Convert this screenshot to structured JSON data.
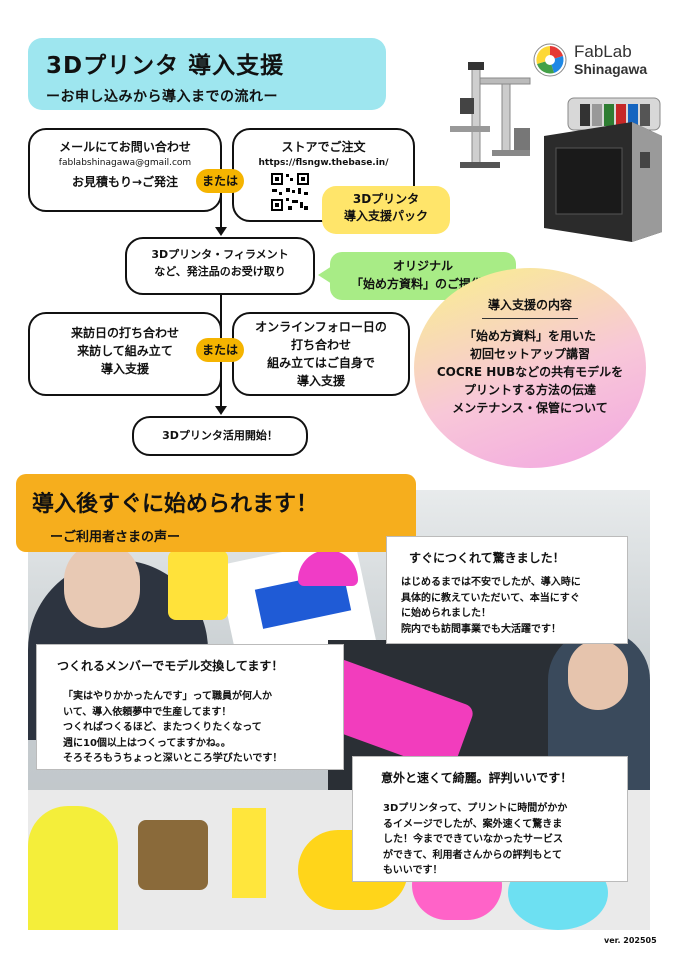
{
  "header": {
    "title": "3Dプリンタ 導入支援",
    "subtitle": "ーお申し込みから導入までの流れー"
  },
  "logo": {
    "line1": "FabLab",
    "line2": "Shinagawa"
  },
  "flow": {
    "email": {
      "title": "メールにてお問い合わせ",
      "address": "fablabshinagawa@gmail.com",
      "note": "お見積もり→ご発注"
    },
    "store": {
      "title": "ストアでご注文",
      "url": "https://flsngw.thebase.in/"
    },
    "pack": {
      "line1": "3Dプリンタ",
      "line2": "導入支援パック"
    },
    "or1": "または",
    "receive": {
      "line1": "3Dプリンタ・フィラメント",
      "line2": "など、発注品のお受け取り"
    },
    "original": {
      "line1": "オリジナル",
      "line2": "「始め方資料」のご提供！"
    },
    "visit": {
      "line1": "来訪日の打ち合わせ",
      "line2": "来訪して組み立て",
      "line3": "導入支援"
    },
    "or2": "または",
    "online": {
      "line1": "オンラインフォロー日の",
      "line2": "打ち合わせ",
      "line3": "組み立てはご自身で",
      "line4": "導入支援"
    },
    "start": "3Dプリンタ活用開始！"
  },
  "support": {
    "title": "導入支援の内容",
    "items": [
      "「始め方資料」を用いた",
      "初回セットアップ講習",
      "COCRE HUBなどの共有モデルを",
      "プリントする方法の伝達",
      "メンテナンス・保管について"
    ]
  },
  "testimonials_section": {
    "title": "導入後すぐに始められます！",
    "subtitle": "ーご利用者さまの声ー"
  },
  "testimonials": [
    {
      "title": "すぐにつくれて驚きました！",
      "lines": [
        "はじめるまでは不安でしたが、導入時に",
        "具体的に教えていただいて、本当にすぐ",
        "に始められました！",
        "院内でも訪問事業でも大活躍です！"
      ]
    },
    {
      "title": "つくれるメンバーでモデル交換してます！",
      "lines": [
        "「実はやりかかったんです」って職員が何人か",
        "いて、導入依頼夢中で生産してます！",
        "つくればつくるほど、またつくりたくなって",
        "週に10個以上はつくってますかね。。",
        "そろそろもうちょっと深いところ学びたいです！"
      ]
    },
    {
      "title": "意外と速くて綺麗。評判いいです！",
      "lines": [
        "3Dプリンタって、プリントに時間がかか",
        "るイメージでしたが、案外速くて驚きま",
        "した！今までできていなかったサービス",
        "ができて、利用者さんからの評判もとて",
        "もいいです！"
      ]
    }
  ],
  "version": "ver. 202505",
  "colors": {
    "title_bg": "#9ee6ef",
    "or_badge": "#f5b400",
    "pack_bg": "#ffe56a",
    "original_bg": "#a8ec86",
    "section_bg": "#f6ae1d"
  }
}
